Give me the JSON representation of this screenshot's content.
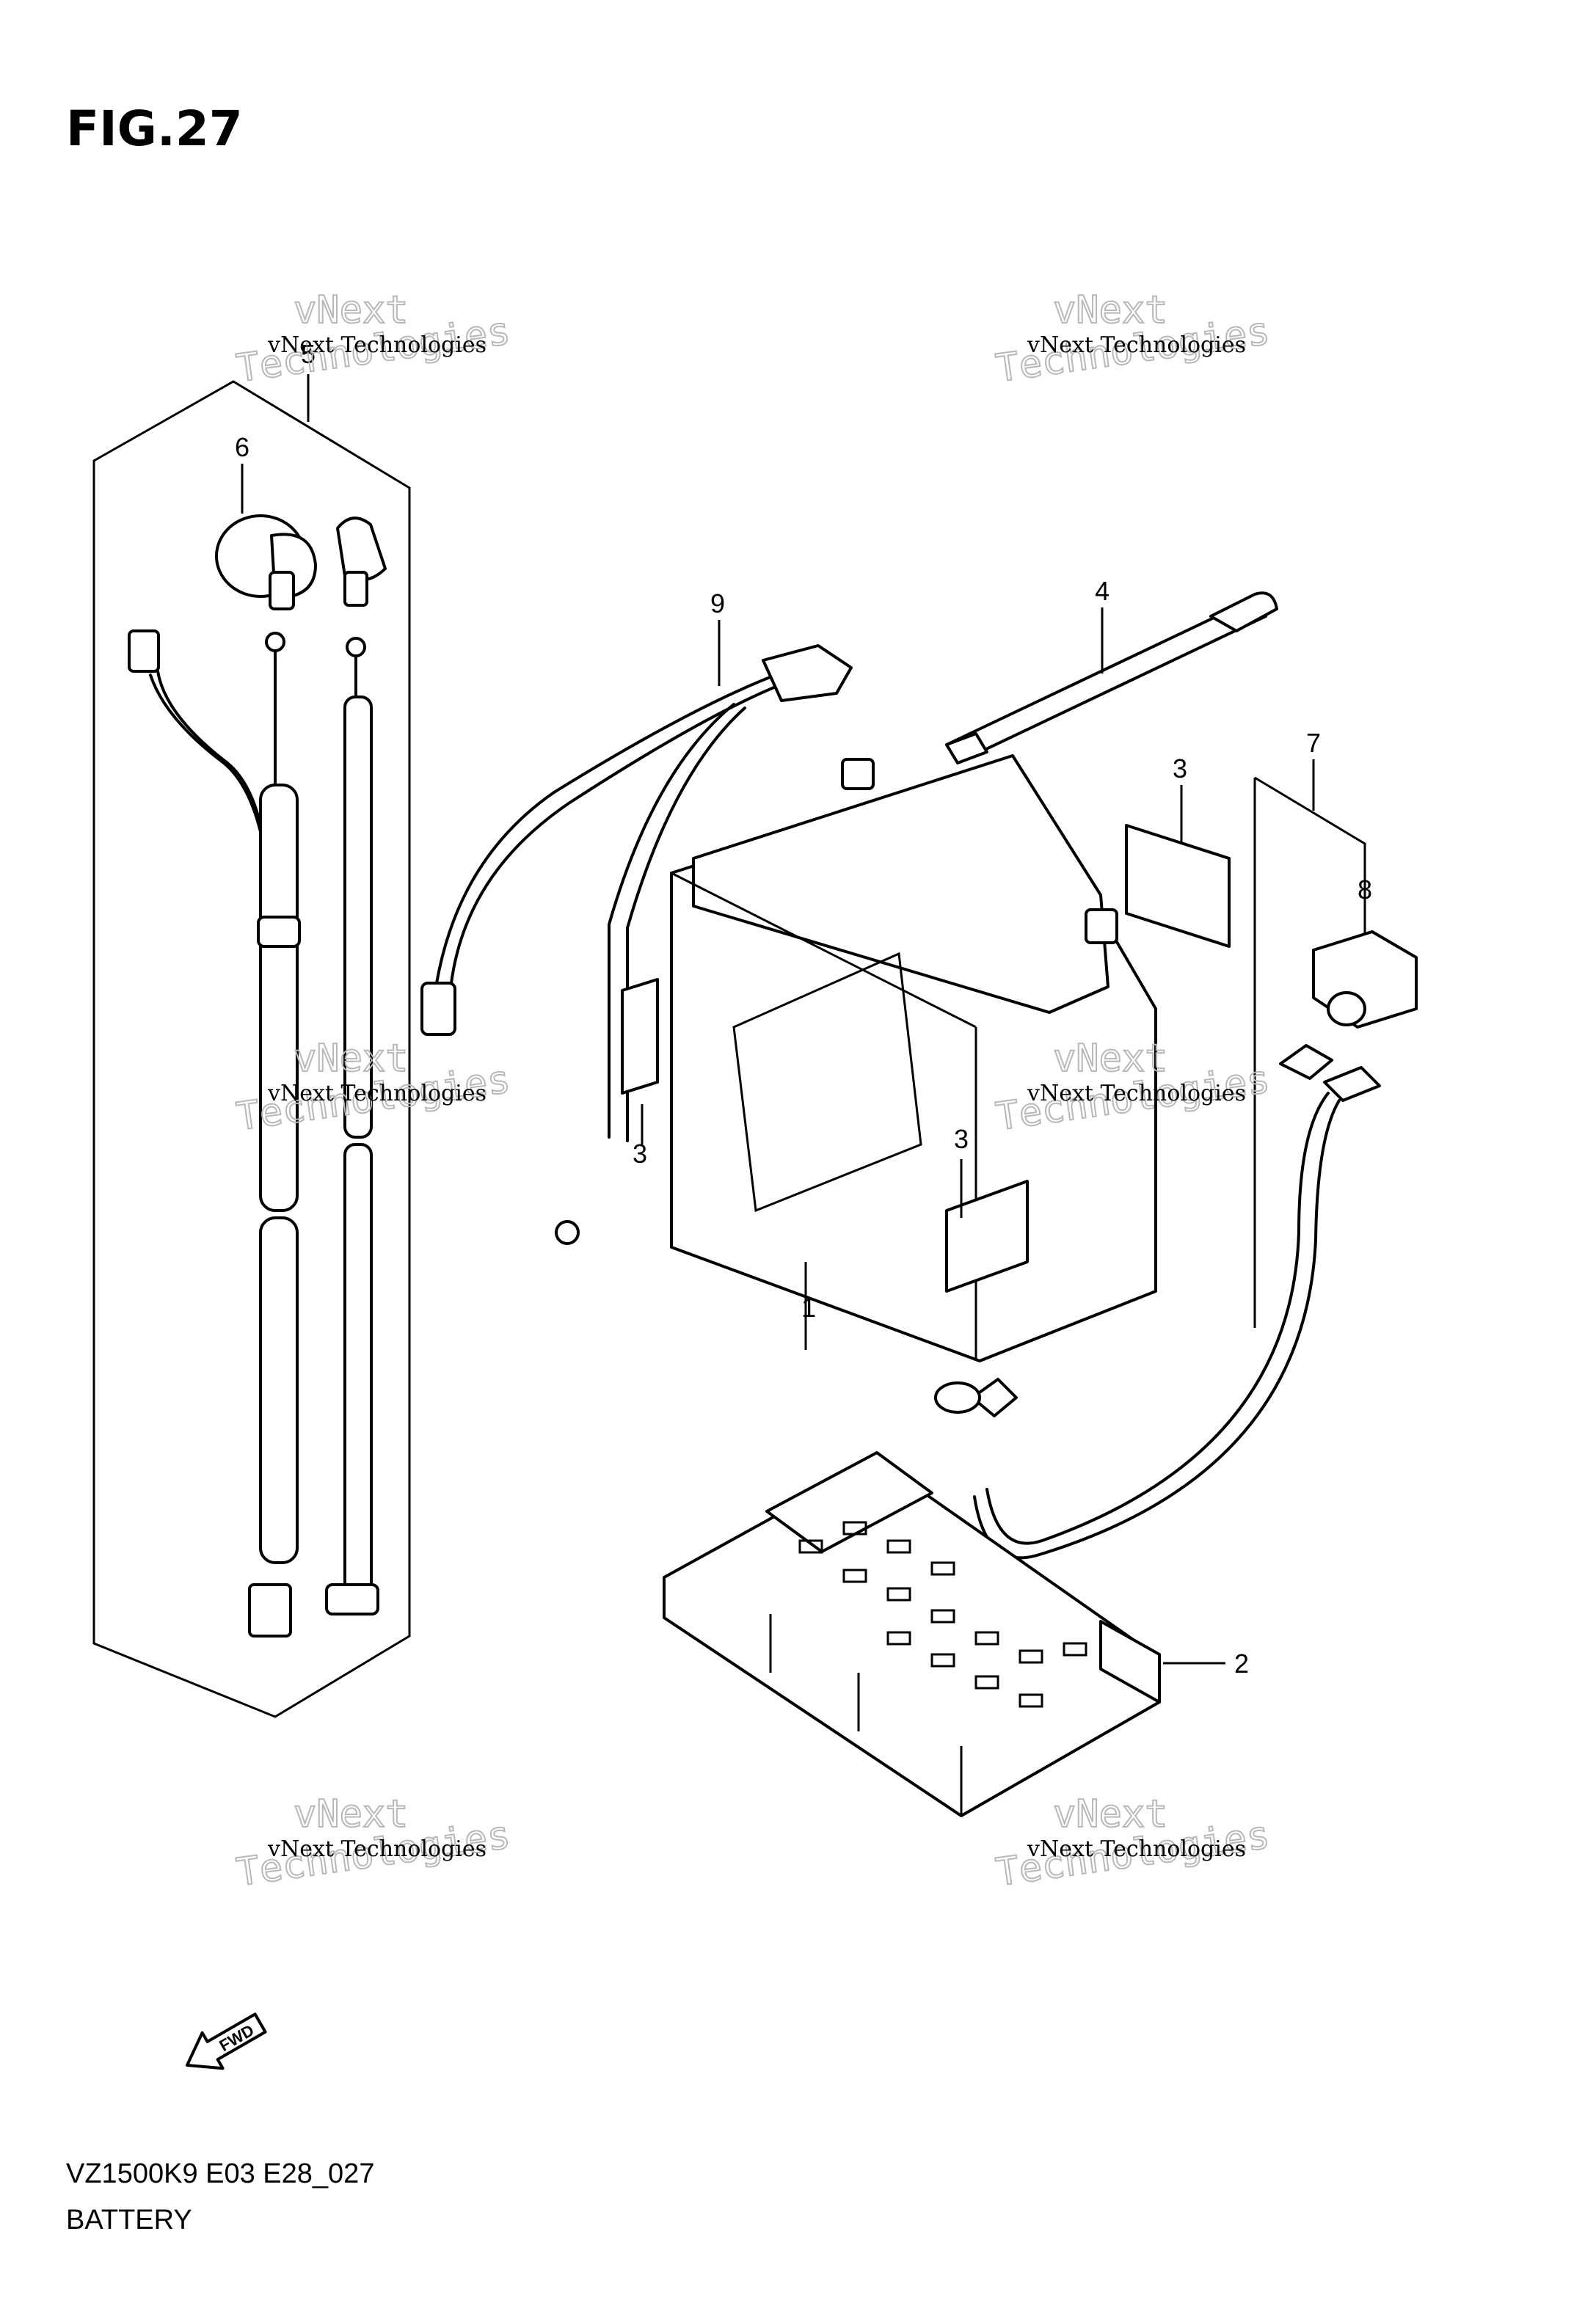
{
  "figure": {
    "title": "FIG.27",
    "model_code": "VZ1500K9 E03 E28_027",
    "section_name": "BATTERY",
    "direction_label": "FWD"
  },
  "callouts": [
    {
      "number": "1"
    },
    {
      "number": "2"
    },
    {
      "number": "3"
    },
    {
      "number": "3"
    },
    {
      "number": "3"
    },
    {
      "number": "4"
    },
    {
      "number": "5"
    },
    {
      "number": "6"
    },
    {
      "number": "7"
    },
    {
      "number": "8"
    },
    {
      "number": "9"
    }
  ],
  "watermark": {
    "line_small": "vNext Technologies",
    "big_word_1": "vNext",
    "big_word_2": "Technologies"
  }
}
